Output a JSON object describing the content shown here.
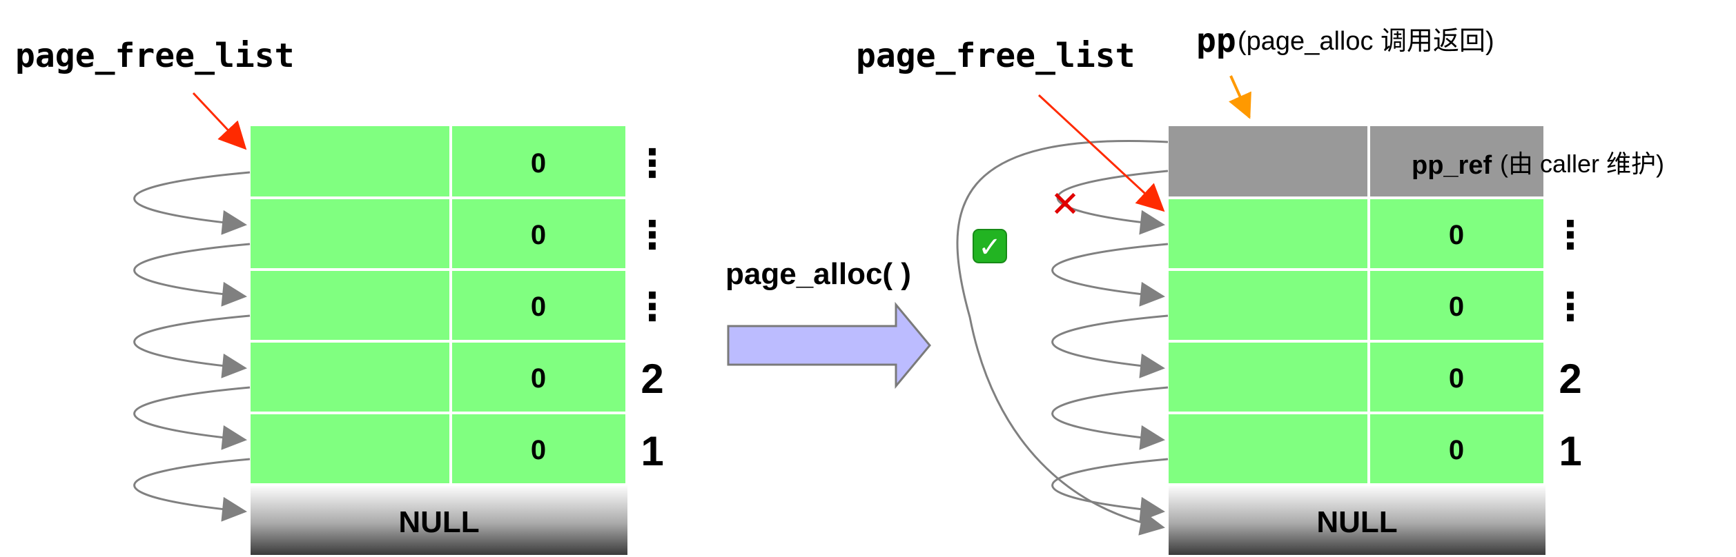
{
  "left": {
    "list_label": "page_free_list",
    "cell_value": "0",
    "null_label": "NULL",
    "side_dots": "⋮",
    "side_numbers": [
      "2",
      "1"
    ]
  },
  "operation": {
    "label": "page_alloc( )"
  },
  "right": {
    "list_label": "page_free_list",
    "pp_label": "pp",
    "pp_note": "(page_alloc 调用返回)",
    "pp_ref_label": "pp_ref",
    "pp_ref_note": "(由 caller 维护)",
    "cell_value": "0",
    "null_label": "NULL",
    "side_dots": "⋮",
    "side_numbers": [
      "2",
      "1"
    ]
  },
  "marks": {
    "check": "✓",
    "cross": "✕"
  },
  "colors": {
    "page_free": "#80ff80",
    "page_used": "#999999",
    "pointer_arrow": "#ff2a00",
    "pp_arrow": "#ff9900",
    "link_arrow": "#808080",
    "op_arrow_fill": "#bcbcff",
    "check_bg": "#22b422"
  }
}
